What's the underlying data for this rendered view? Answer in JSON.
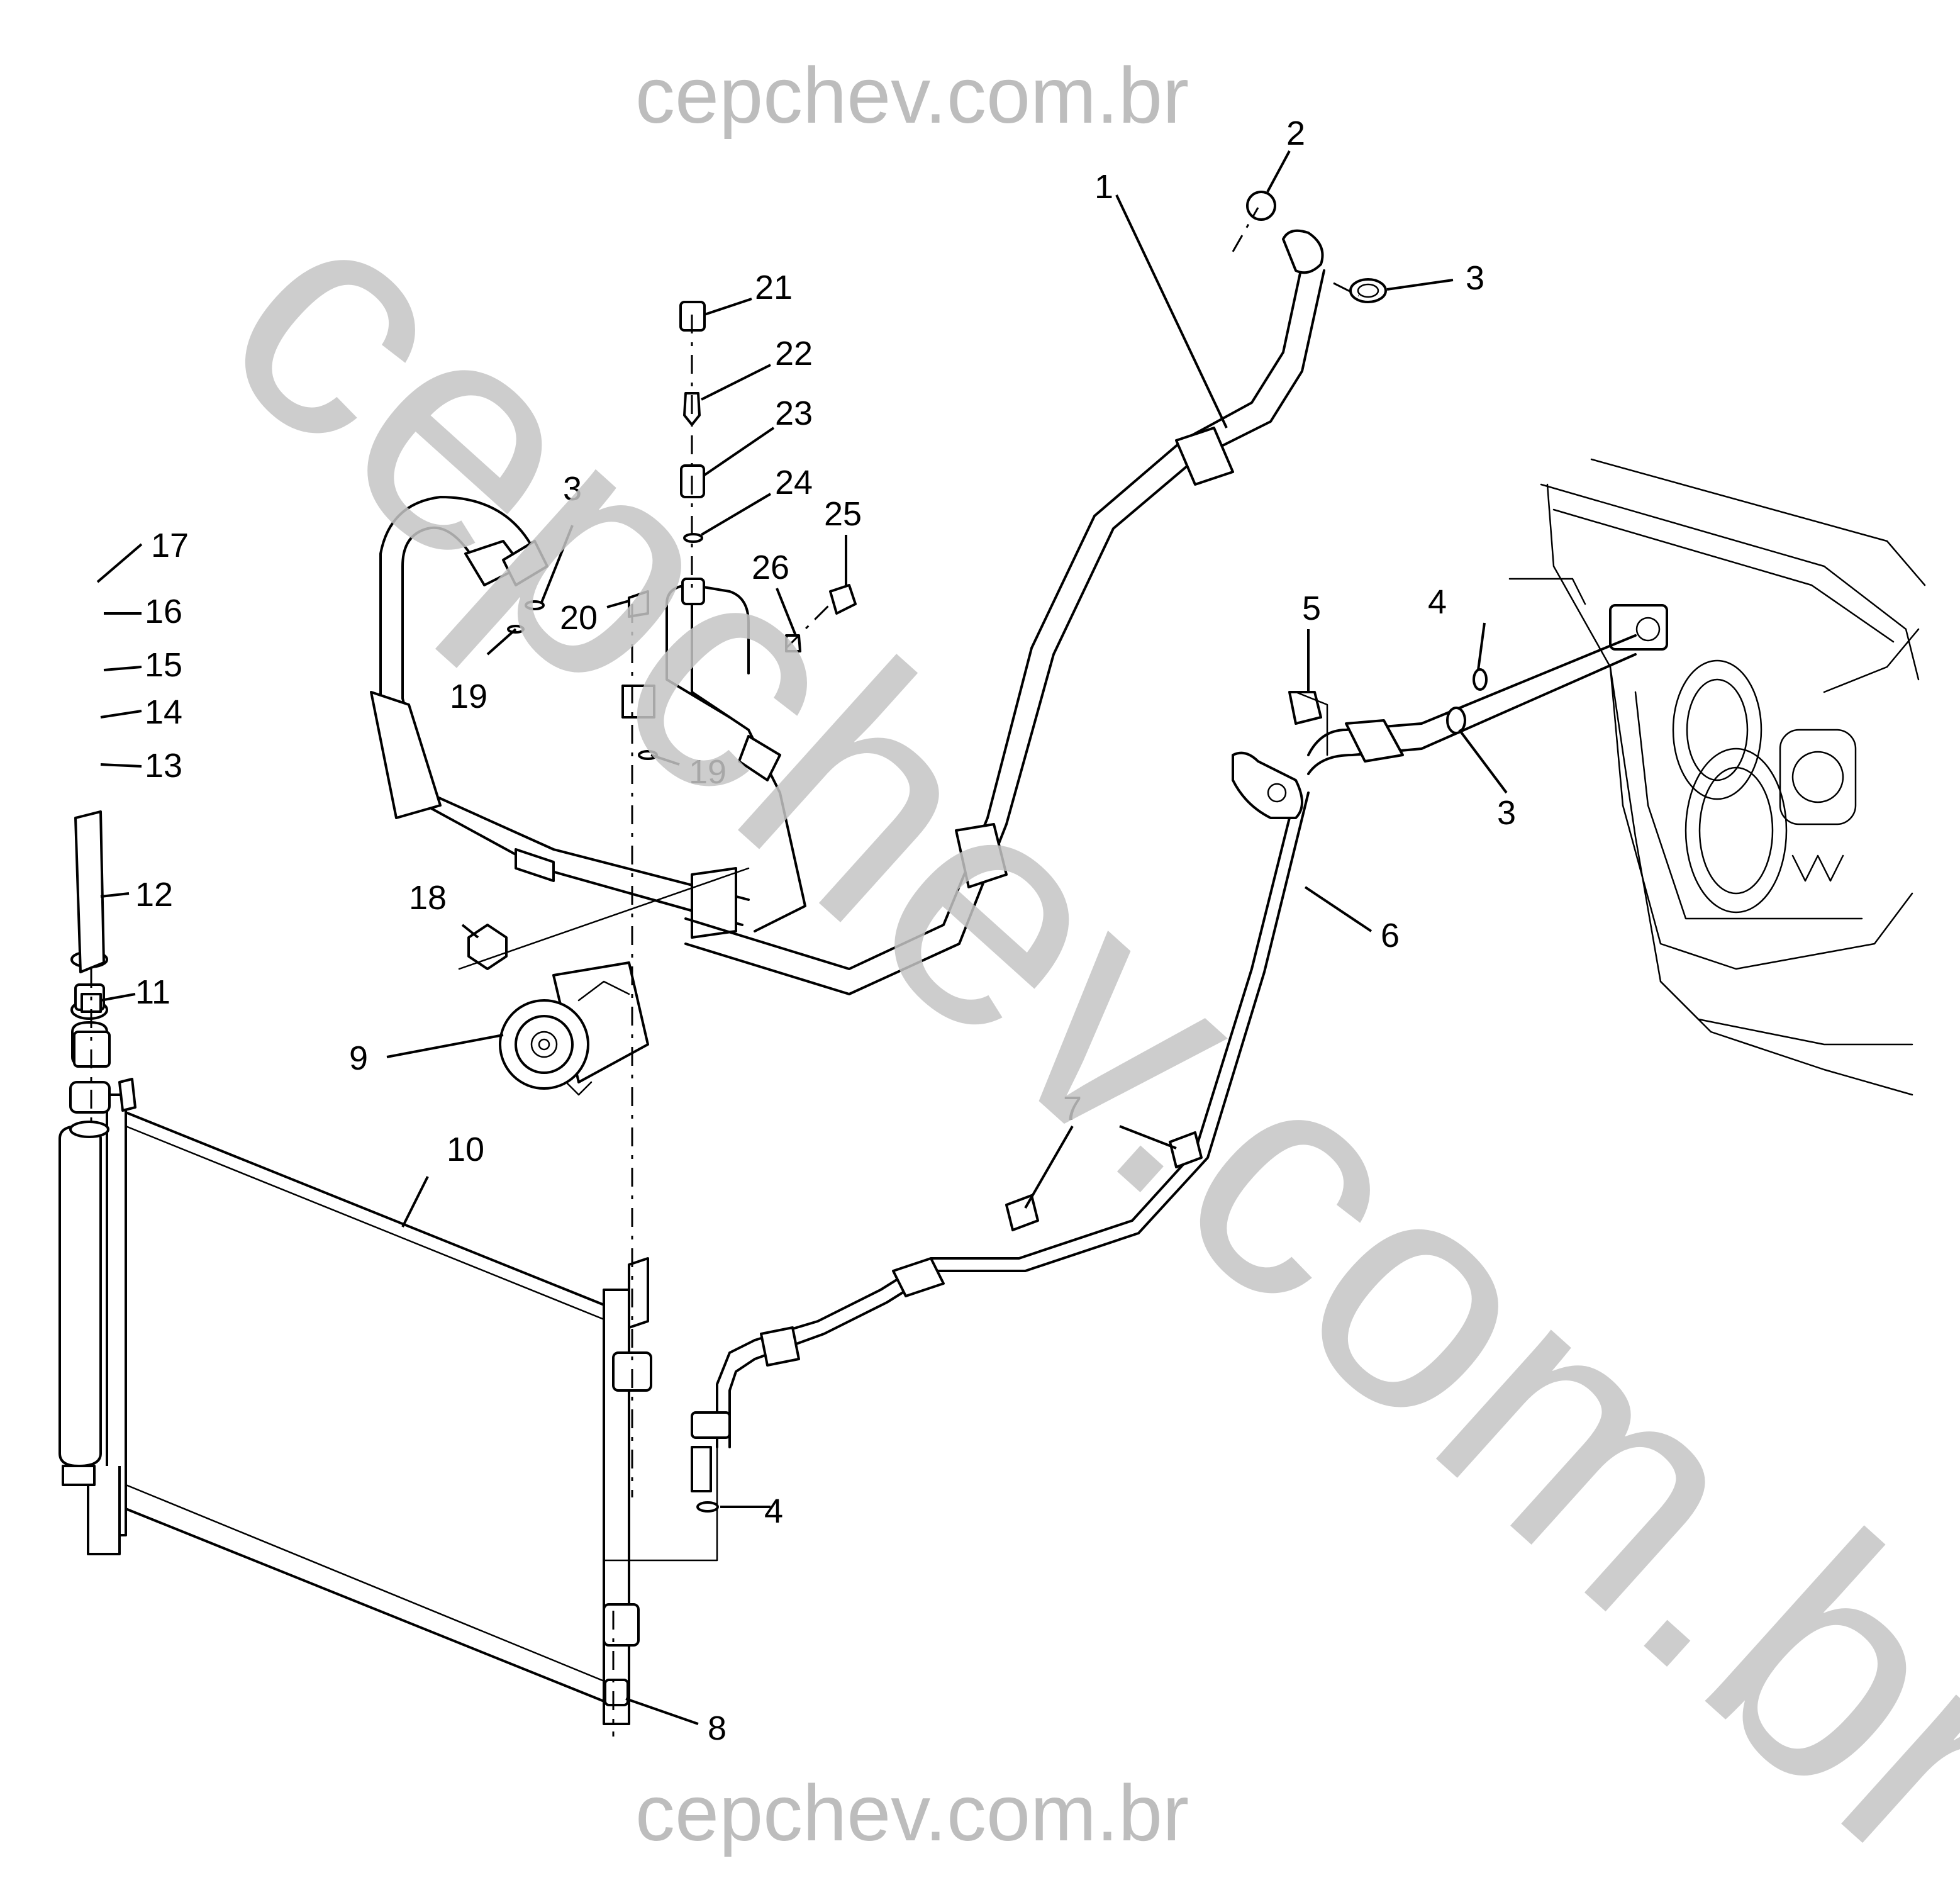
{
  "watermarks": {
    "top": "cepchev.com.br",
    "diagonal": "cepchev.com.br",
    "bottom": "cepchev.com.br"
  },
  "callouts": [
    {
      "id": "c1",
      "text": "1"
    },
    {
      "id": "c2",
      "text": "2"
    },
    {
      "id": "c3a",
      "text": "3"
    },
    {
      "id": "c3b",
      "text": "3"
    },
    {
      "id": "c3c",
      "text": "3"
    },
    {
      "id": "c4a",
      "text": "4"
    },
    {
      "id": "c4b",
      "text": "4"
    },
    {
      "id": "c5",
      "text": "5"
    },
    {
      "id": "c6",
      "text": "6"
    },
    {
      "id": "c7",
      "text": "7"
    },
    {
      "id": "c8",
      "text": "8"
    },
    {
      "id": "c9",
      "text": "9"
    },
    {
      "id": "c10",
      "text": "10"
    },
    {
      "id": "c11",
      "text": "11"
    },
    {
      "id": "c12",
      "text": "12"
    },
    {
      "id": "c13",
      "text": "13"
    },
    {
      "id": "c14",
      "text": "14"
    },
    {
      "id": "c15",
      "text": "15"
    },
    {
      "id": "c16",
      "text": "16"
    },
    {
      "id": "c17",
      "text": "17"
    },
    {
      "id": "c18",
      "text": "18"
    },
    {
      "id": "c19a",
      "text": "19"
    },
    {
      "id": "c19b",
      "text": "19"
    },
    {
      "id": "c20",
      "text": "20"
    },
    {
      "id": "c21",
      "text": "21"
    },
    {
      "id": "c22",
      "text": "22"
    },
    {
      "id": "c23",
      "text": "23"
    },
    {
      "id": "c24",
      "text": "24"
    },
    {
      "id": "c25",
      "text": "25"
    },
    {
      "id": "c26",
      "text": "26"
    }
  ]
}
